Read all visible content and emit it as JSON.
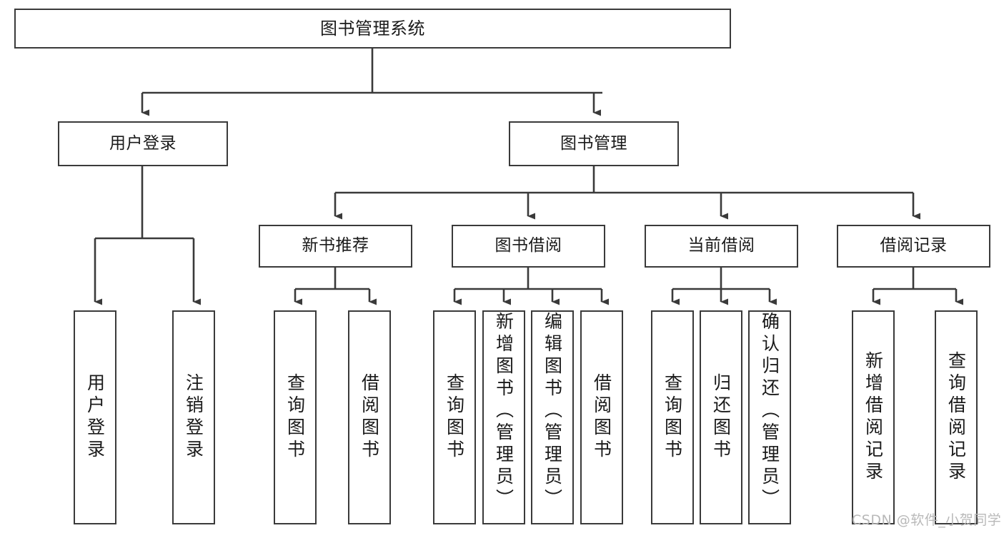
{
  "diagram": {
    "type": "tree-hierarchy",
    "title": "图书管理系统",
    "orientation": "top-down",
    "colors": {
      "box_border": "#3a3a3a",
      "box_fill": "#ffffff",
      "edge": "#3a3a3a",
      "text": "#1a1a1a",
      "watermark": "#b9b9b9"
    },
    "root": {
      "label": "图书管理系统"
    },
    "level2": [
      {
        "id": "user-login",
        "label": "用户登录"
      },
      {
        "id": "book-manage",
        "label": "图书管理"
      }
    ],
    "level3": [
      {
        "id": "new-book-recommend",
        "label": "新书推荐"
      },
      {
        "id": "book-borrow",
        "label": "图书借阅"
      },
      {
        "id": "current-borrow",
        "label": "当前借阅"
      },
      {
        "id": "borrow-record",
        "label": "借阅记录"
      }
    ],
    "leaves": {
      "user_login": [
        {
          "id": "leaf-user-login",
          "label": "用户登录"
        },
        {
          "id": "leaf-logout",
          "label": "注销登录"
        }
      ],
      "new_book_recommend": [
        {
          "id": "leaf-query-book-1",
          "label": "查询图书"
        },
        {
          "id": "leaf-borrow-book-1",
          "label": "借阅图书"
        }
      ],
      "book_borrow": [
        {
          "id": "leaf-query-book-2",
          "label": "查询图书"
        },
        {
          "id": "leaf-add-book",
          "label": "新增图书（管理员）"
        },
        {
          "id": "leaf-edit-book",
          "label": "编辑图书（管理员）"
        },
        {
          "id": "leaf-borrow-book-2",
          "label": "借阅图书"
        }
      ],
      "current_borrow": [
        {
          "id": "leaf-query-book-3",
          "label": "查询图书"
        },
        {
          "id": "leaf-return-book",
          "label": "归还图书"
        },
        {
          "id": "leaf-confirm-return",
          "label": "确认归还（管理员）"
        }
      ],
      "borrow_record": [
        {
          "id": "leaf-add-record",
          "label": "新增借阅记录"
        },
        {
          "id": "leaf-query-record",
          "label": "查询借阅记录"
        }
      ]
    },
    "watermark": "CSDN @软件_小贺同学"
  }
}
